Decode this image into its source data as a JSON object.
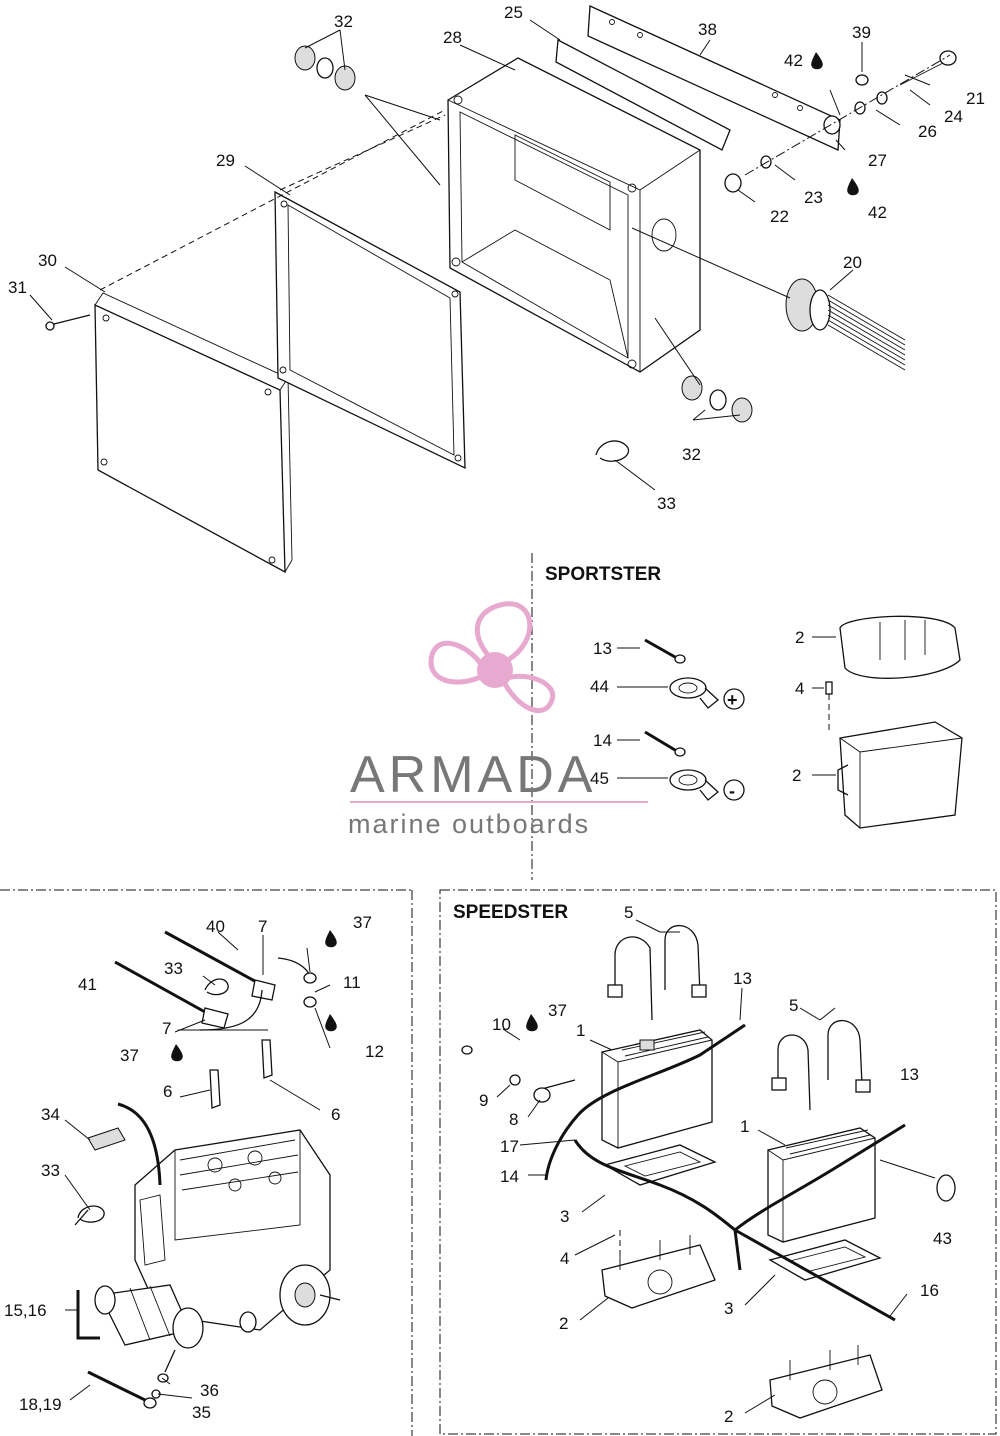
{
  "sections": {
    "sportster": "SPORTSTER",
    "speedster": "SPEEDSTER"
  },
  "watermark": {
    "brand": "ARMADA",
    "tagline": "marine outboards",
    "logo_color": "#e7a9cf",
    "text_color": "#777777"
  },
  "callouts": {
    "c32a": "32",
    "c25": "25",
    "c38": "38",
    "c39": "39",
    "c28": "28",
    "c42a": "42",
    "c21": "21",
    "c24": "24",
    "c26": "26",
    "c27": "27",
    "c29": "29",
    "c23": "23",
    "c22": "22",
    "c42b": "42",
    "c20": "20",
    "c30": "30",
    "c31": "31",
    "c32b": "32",
    "c33a": "33",
    "s13": "13",
    "s44": "44",
    "s14": "14",
    "s45": "45",
    "s2a": "2",
    "s4": "4",
    "s2b": "2",
    "e40": "40",
    "e7a": "7",
    "e37a": "37",
    "e41": "41",
    "e33a": "33",
    "e11": "11",
    "e7b": "7",
    "e12": "12",
    "e37b": "37",
    "e6a": "6",
    "e6b": "6",
    "e34": "34",
    "e33b": "33",
    "e1516": "15,16",
    "e36": "36",
    "e1819": "18,19",
    "e35": "35",
    "p5a": "5",
    "p13a": "13",
    "p10": "10",
    "p37": "37",
    "p1a": "1",
    "p5b": "5",
    "p9": "9",
    "p13b": "13",
    "p8": "8",
    "p1b": "1",
    "p17": "17",
    "p14": "14",
    "p3a": "3",
    "p43": "43",
    "p4": "4",
    "p16": "16",
    "p3b": "3",
    "p2a": "2",
    "p2b": "2"
  },
  "symbols": {
    "positive": "+",
    "negative": "-"
  }
}
